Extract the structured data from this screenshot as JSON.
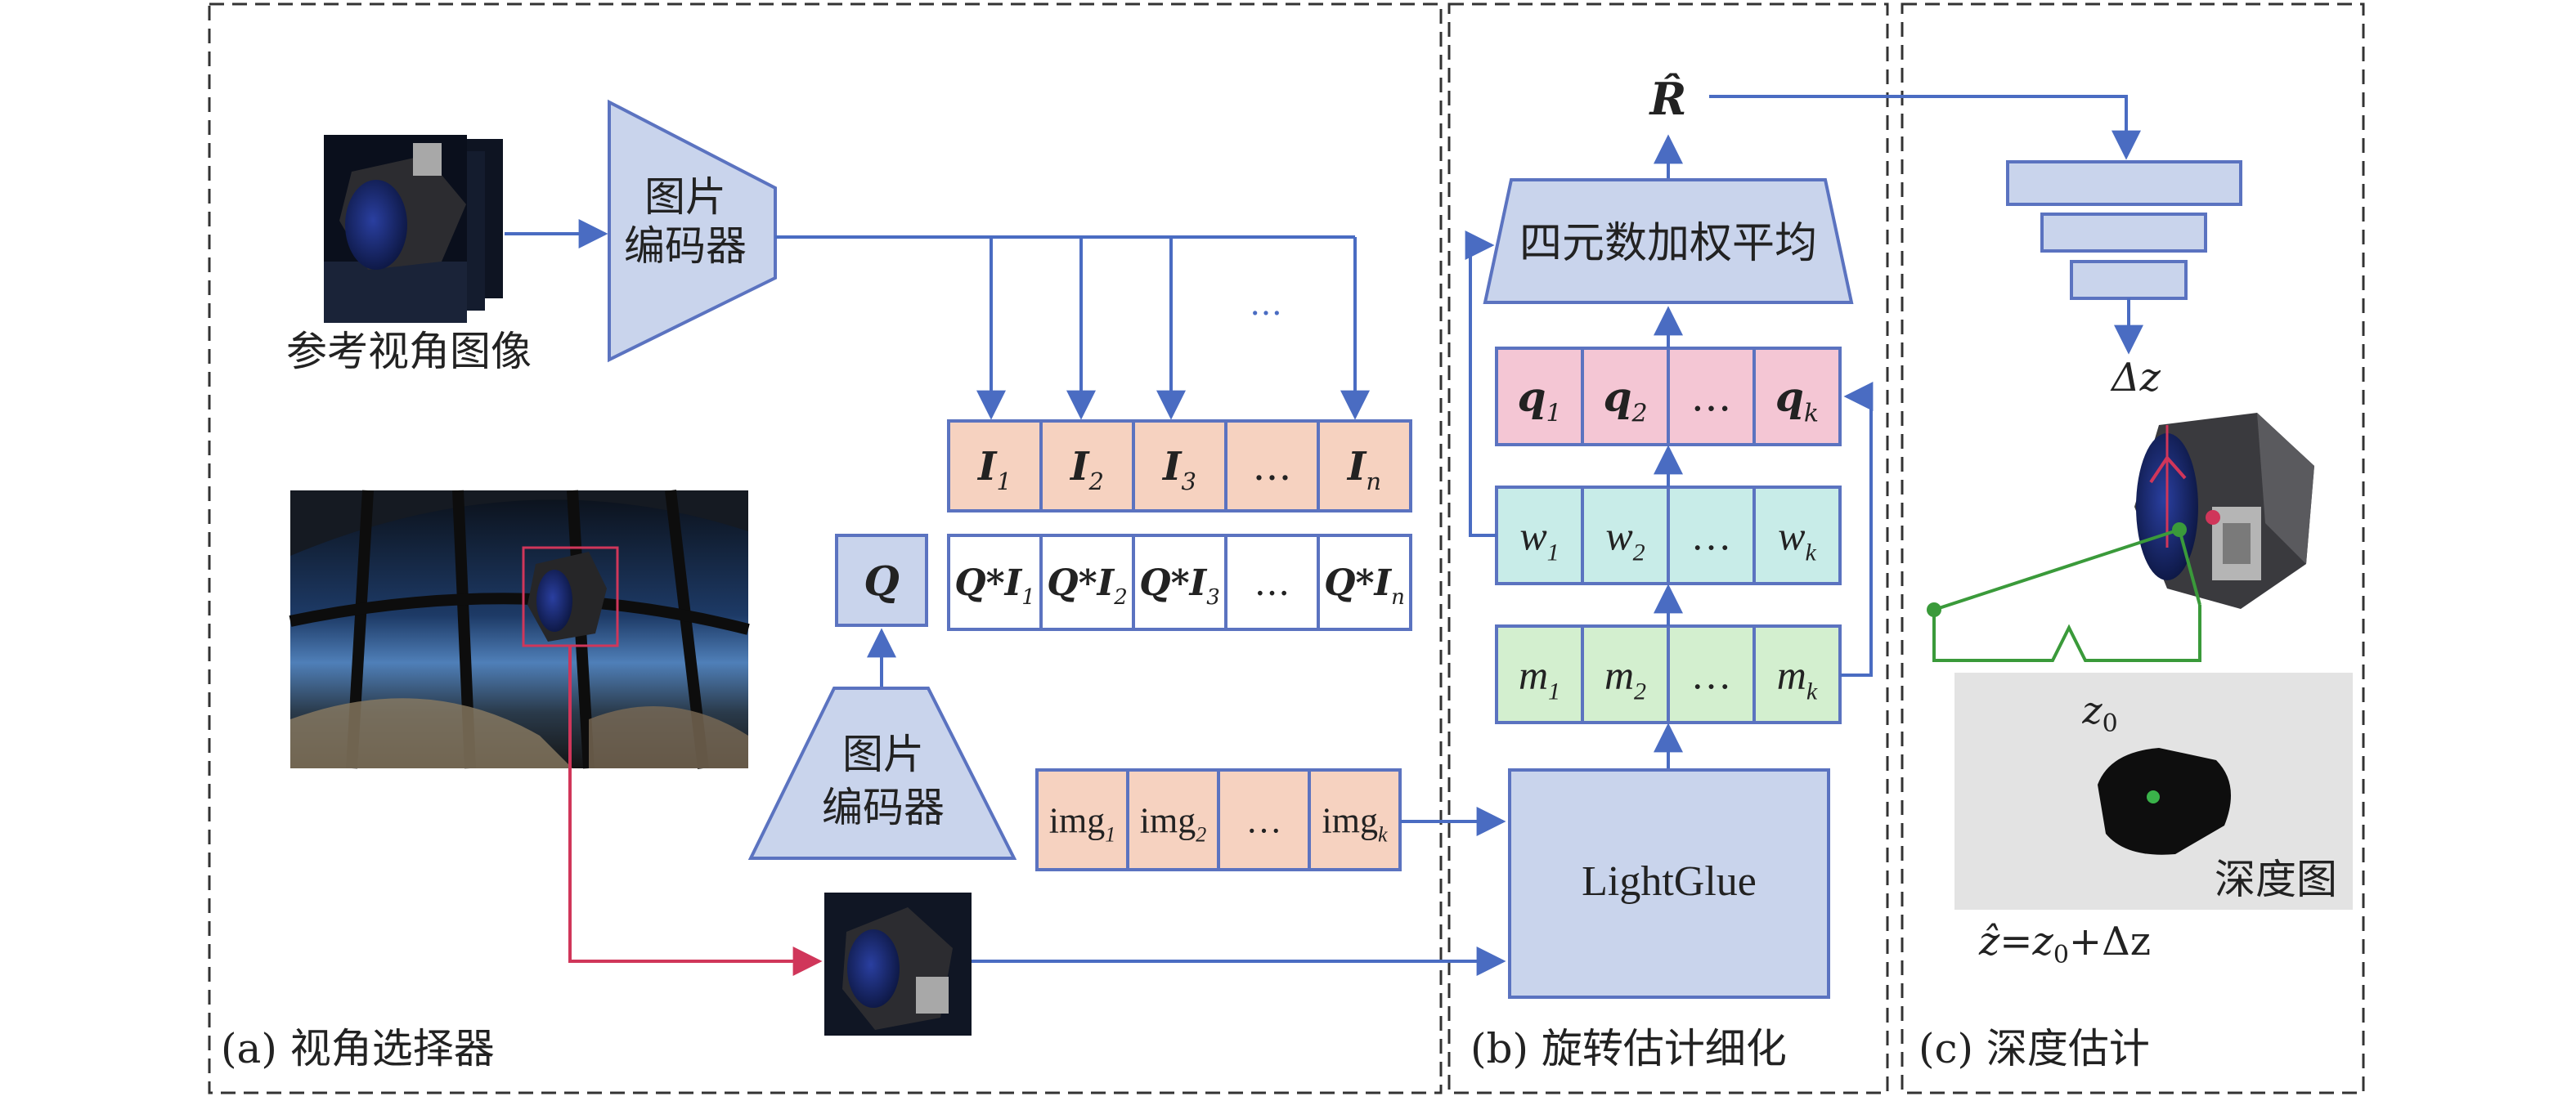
{
  "panel_a": {
    "caption": "(a) 视角选择器",
    "encoder1_lines": [
      "图片",
      "编码器"
    ],
    "ref_images_label": "参考视角图像",
    "dots": "…",
    "feature_cells": [
      {
        "sym": "I",
        "sub": "1"
      },
      {
        "sym": "I",
        "sub": "2"
      },
      {
        "sym": "I",
        "sub": "3"
      },
      {
        "sym": "…",
        "sub": ""
      },
      {
        "sym": "I",
        "sub": "n"
      }
    ],
    "q_label": "Q",
    "qi_cells": [
      {
        "sym": "Q*I",
        "sub": "1"
      },
      {
        "sym": "Q*I",
        "sub": "2"
      },
      {
        "sym": "Q*I",
        "sub": "3"
      },
      {
        "sym": "…",
        "sub": ""
      },
      {
        "sym": "Q*I",
        "sub": "n"
      }
    ],
    "encoder2_lines": [
      "图片",
      "编码器"
    ],
    "img_cells": [
      {
        "sym": "img",
        "sub": "1"
      },
      {
        "sym": "img",
        "sub": "2"
      },
      {
        "sym": "…",
        "sub": ""
      },
      {
        "sym": "img",
        "sub": "k"
      }
    ]
  },
  "panel_b": {
    "caption": "(b) 旋转估计细化",
    "r_hat_label": "R̂",
    "quat_avg_label": "四元数加权平均",
    "q_cells": [
      {
        "sym": "q",
        "sub": "1"
      },
      {
        "sym": "q",
        "sub": "2"
      },
      {
        "sym": "…",
        "sub": ""
      },
      {
        "sym": "q",
        "sub": "k"
      }
    ],
    "w_cells": [
      {
        "sym": "w",
        "sub": "1"
      },
      {
        "sym": "w",
        "sub": "2"
      },
      {
        "sym": "…",
        "sub": ""
      },
      {
        "sym": "w",
        "sub": "k"
      }
    ],
    "m_cells": [
      {
        "sym": "m",
        "sub": "1"
      },
      {
        "sym": "m",
        "sub": "2"
      },
      {
        "sym": "…",
        "sub": ""
      },
      {
        "sym": "m",
        "sub": "k"
      }
    ],
    "lightglue_label": "LightGlue"
  },
  "panel_c": {
    "caption": "(c) 深度估计",
    "delta_z_label": "Δz",
    "z0": {
      "sym": "z",
      "sub": "0"
    },
    "depth_map_label": "深度图",
    "formula": {
      "lhs": "ẑ",
      "eq": "=",
      "z": "z",
      "sub": "0",
      "rest": "+Δz"
    }
  },
  "colors": {
    "blue_box": "#c9d4ec",
    "blue_stroke": "#5b73c0",
    "arrow_blue": "#4a6cc2",
    "orange_cell": "#f6d2c0",
    "pink_cell": "#f4c6d4",
    "teal_cell": "#c8ece8",
    "green_cell": "#d3efcf",
    "red_line": "#d0365a",
    "green_line": "#3a9a3a",
    "grey_bg": "#e3e3e3"
  }
}
